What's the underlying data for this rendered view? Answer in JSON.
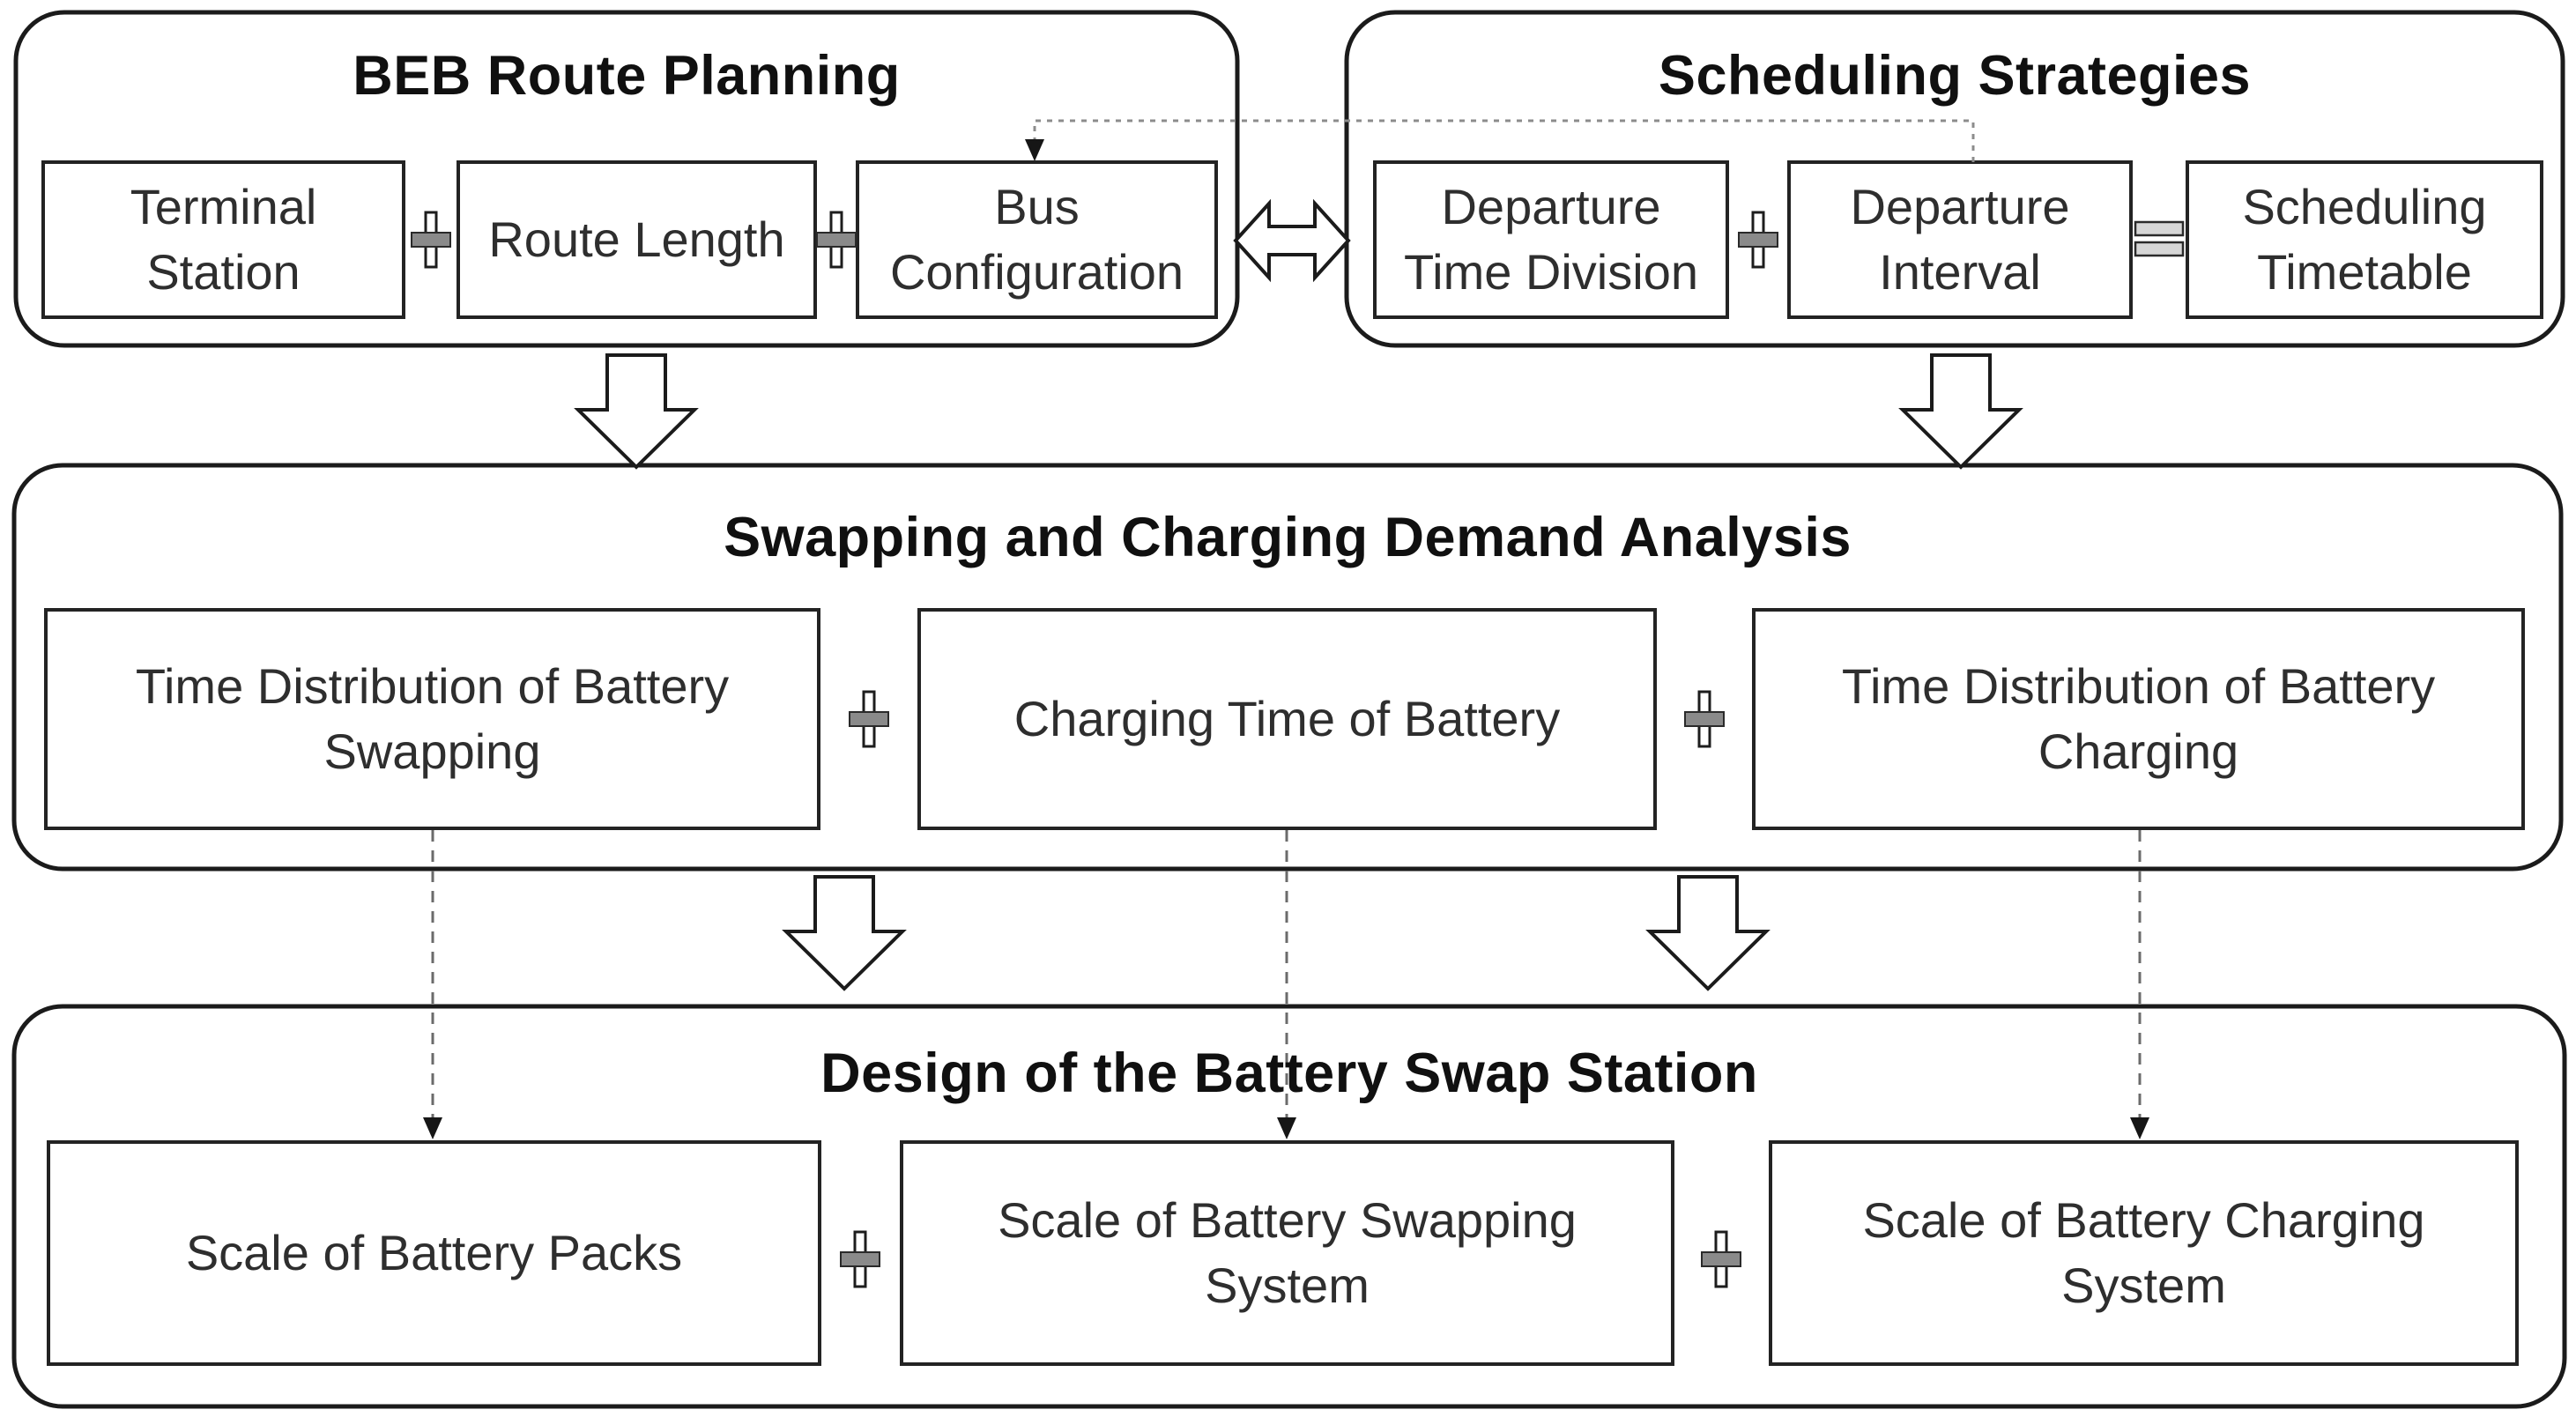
{
  "figure": {
    "background_color": "#ffffff",
    "line_color": "#1b1b1b",
    "plus_bar_color": "#8a8a8a",
    "equals_bar_color": "#d6d6d6",
    "dashed_line_color": "#8c8c8c"
  },
  "route_planning": {
    "title": "BEB Route Planning",
    "terminal_station": {
      "lines": [
        "Terminal",
        "Station"
      ]
    },
    "route_length": {
      "lines": [
        "Route Length"
      ]
    },
    "bus_configuration": {
      "lines": [
        "Bus",
        "Configuration"
      ]
    }
  },
  "scheduling": {
    "title": "Scheduling Strategies",
    "departure_time_division": {
      "lines": [
        "Departure",
        "Time Division"
      ]
    },
    "departure_interval": {
      "lines": [
        "Departure",
        "Interval"
      ]
    },
    "scheduling_timetable": {
      "lines": [
        "Scheduling",
        "Timetable"
      ]
    }
  },
  "demand_analysis": {
    "title": "Swapping and Charging Demand Analysis",
    "time_distribution_swapping": {
      "lines": [
        "Time Distribution of Battery",
        "Swapping"
      ]
    },
    "charging_time": {
      "lines": [
        "Charging Time of Battery"
      ]
    },
    "time_distribution_charging": {
      "lines": [
        "Time Distribution of Battery",
        "Charging"
      ]
    }
  },
  "station_design": {
    "title": "Design of the Battery Swap Station",
    "scale_battery_packs": {
      "lines": [
        "Scale of Battery Packs"
      ]
    },
    "scale_swapping_system": {
      "lines": [
        "Scale of Battery Swapping",
        "System"
      ]
    },
    "scale_charging_system": {
      "lines": [
        "Scale of Battery Charging",
        "System"
      ]
    }
  },
  "icons": {
    "plus_connector": "+",
    "equals_connector": "=",
    "down_block_arrow": "⇩",
    "double_headed_arrow": "⇔",
    "dashed_down_arrow": "⇣"
  }
}
